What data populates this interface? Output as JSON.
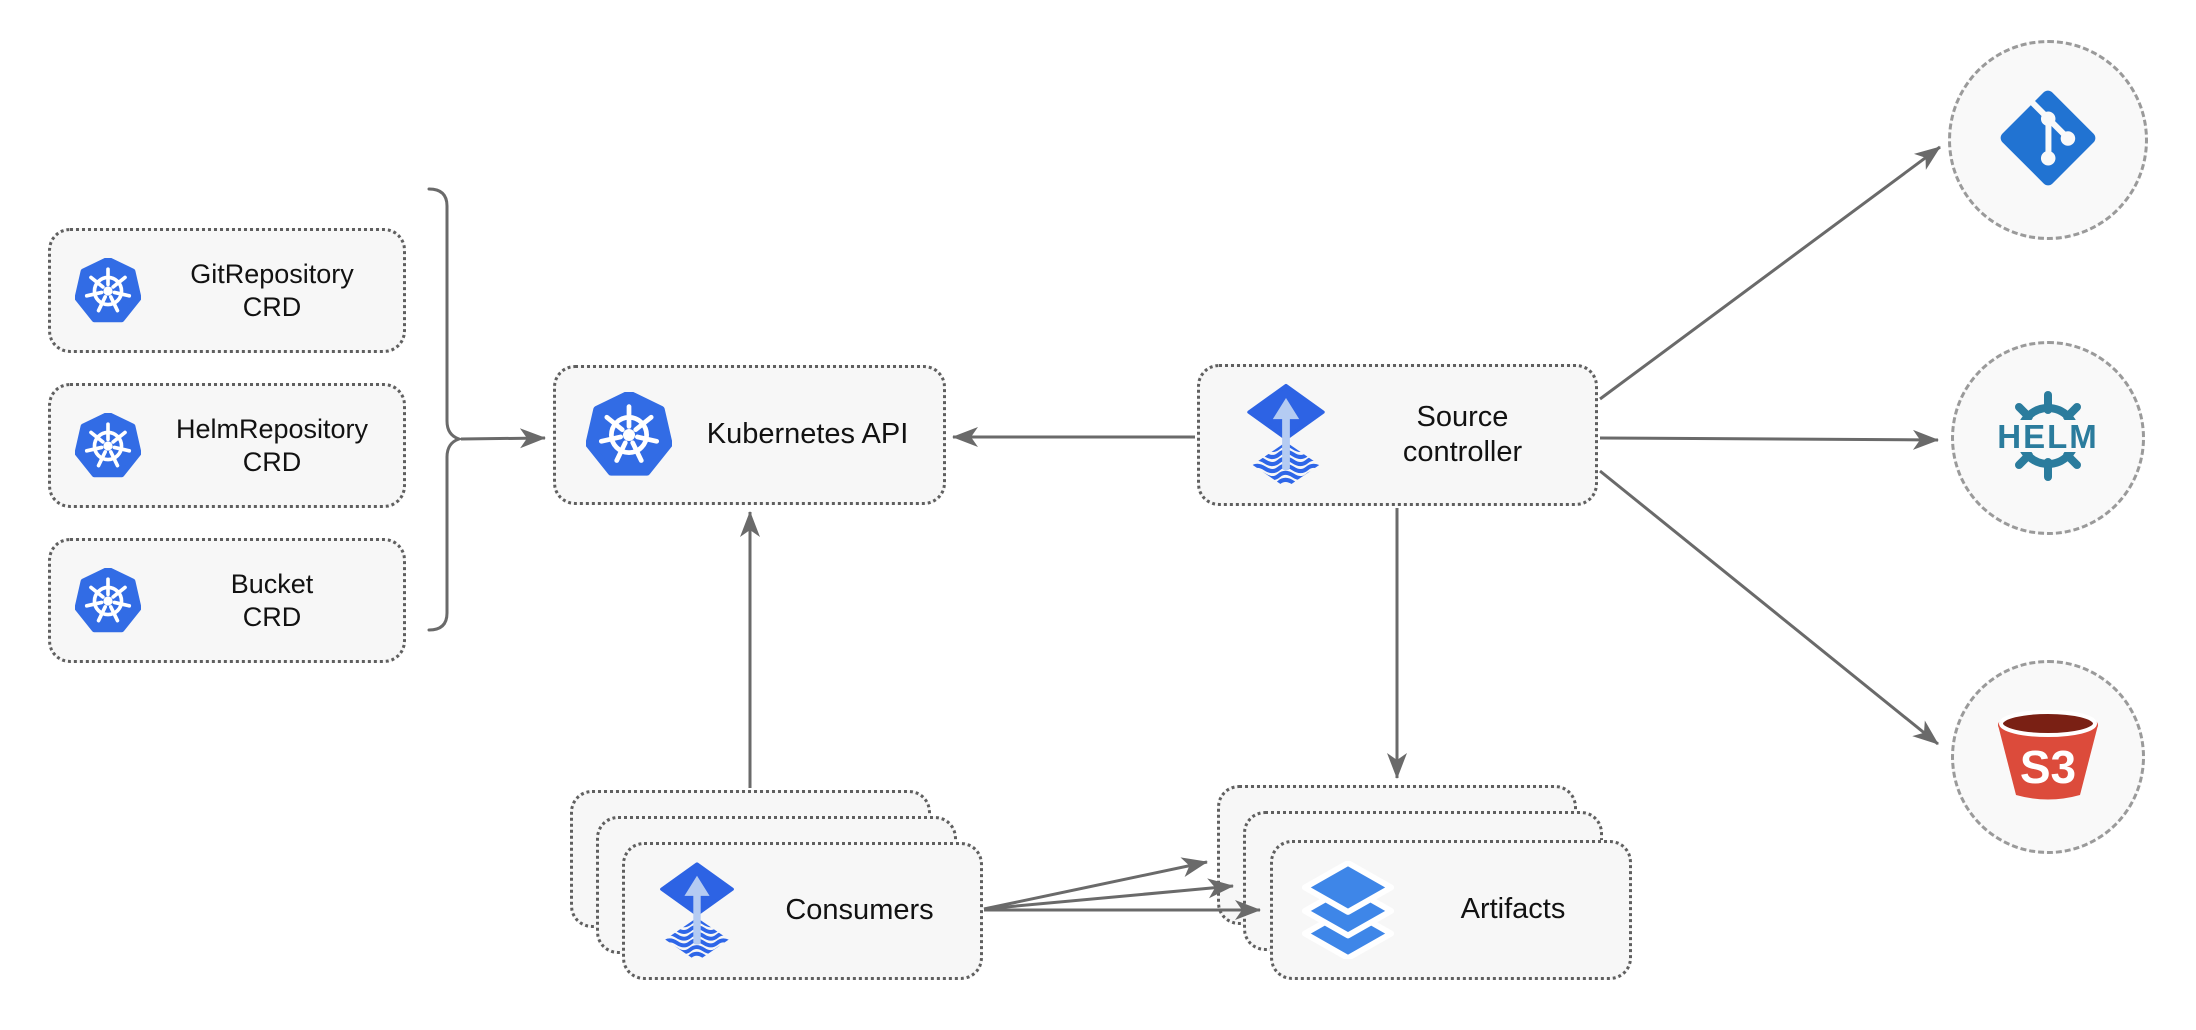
{
  "diagram_type": "architecture-diagram",
  "nodes": {
    "crd_boxes": [
      {
        "id": "gitrepository-crd",
        "line1": "GitRepository",
        "line2": "CRD",
        "icon": "kubernetes-icon"
      },
      {
        "id": "helmrepository-crd",
        "line1": "HelmRepository",
        "line2": "CRD",
        "icon": "kubernetes-icon"
      },
      {
        "id": "bucket-crd",
        "line1": "Bucket",
        "line2": "CRD",
        "icon": "kubernetes-icon"
      }
    ],
    "kubernetes_api": {
      "label": "Kubernetes API",
      "icon": "kubernetes-icon"
    },
    "source_controller": {
      "line1": "Source",
      "line2": "controller",
      "icon": "flux-icon"
    },
    "consumers": {
      "label": "Consumers",
      "icon": "flux-icon",
      "stacked": true
    },
    "artifacts": {
      "label": "Artifacts",
      "icon": "layers-icon",
      "stacked": true
    },
    "git_source": {
      "icon": "git-icon"
    },
    "helm_source": {
      "icon": "helm-icon",
      "label": "HELM"
    },
    "s3_source": {
      "icon": "s3-icon",
      "label": "S3"
    }
  },
  "edges": [
    {
      "from": "crd-group-bracket",
      "to": "kubernetes-api",
      "style": "arrow"
    },
    {
      "from": "source-controller",
      "to": "kubernetes-api",
      "style": "arrow"
    },
    {
      "from": "consumers",
      "to": "kubernetes-api",
      "style": "arrow"
    },
    {
      "from": "source-controller",
      "to": "artifacts",
      "style": "arrow"
    },
    {
      "from": "source-controller",
      "to": "git-source",
      "style": "arrow"
    },
    {
      "from": "source-controller",
      "to": "helm-source",
      "style": "arrow"
    },
    {
      "from": "source-controller",
      "to": "s3-source",
      "style": "arrow"
    },
    {
      "from": "consumers",
      "to": "artifacts",
      "style": "triple-arrow"
    }
  ],
  "colors": {
    "kubernetes_blue": "#326CE5",
    "flux_blue": "#2D63E4",
    "flux_arrow_light": "#B4CBF2",
    "git_blue": "#2173D2",
    "helm_teal": "#2B7C9D",
    "s3_red": "#DC4B3B",
    "s3_dark_red": "#7A2014",
    "layers_blue": "#3E86E8",
    "line_gray": "#6A6A6A",
    "node_fill": "#F7F7F7",
    "node_border": "#5F5F5F",
    "circle_border": "#9A9A9A",
    "text": "#121212"
  }
}
